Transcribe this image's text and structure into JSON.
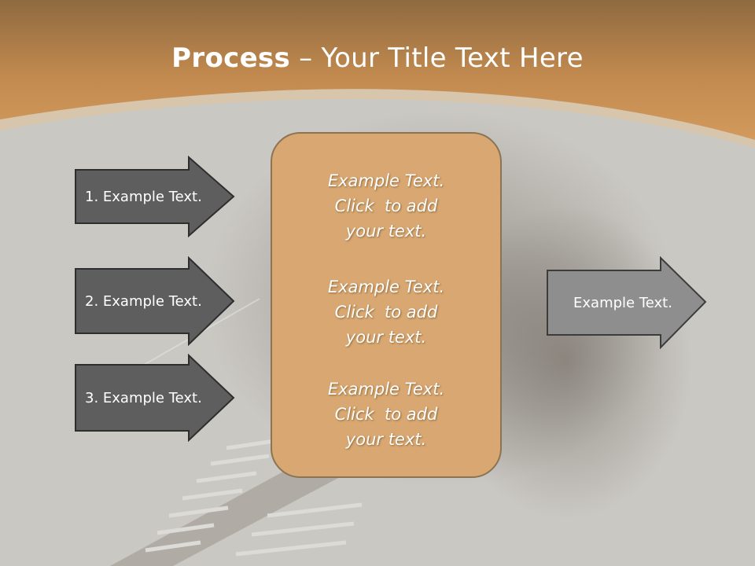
{
  "slide": {
    "title_bold": "Process",
    "title_rest": " – Your Title Text Here",
    "left_arrows": [
      {
        "label": "1. Example Text."
      },
      {
        "label": "2. Example Text."
      },
      {
        "label": "3. Example Text."
      }
    ],
    "center_blocks": [
      {
        "line1": "Example Text.",
        "line2": "Click  to add",
        "line3": "your text."
      },
      {
        "line1": "Example Text.",
        "line2": "Click  to add",
        "line3": "your text."
      },
      {
        "line1": "Example Text.",
        "line2": "Click  to add",
        "line3": "your text."
      }
    ],
    "right_arrow": {
      "label": "Example Text."
    }
  },
  "colors": {
    "header_orange": "#c98a4a",
    "background_gray": "#c9c7c2",
    "dark_arrow": "#5e5e5e",
    "light_arrow": "#8e8e8e",
    "center_box": "#d9a872"
  }
}
